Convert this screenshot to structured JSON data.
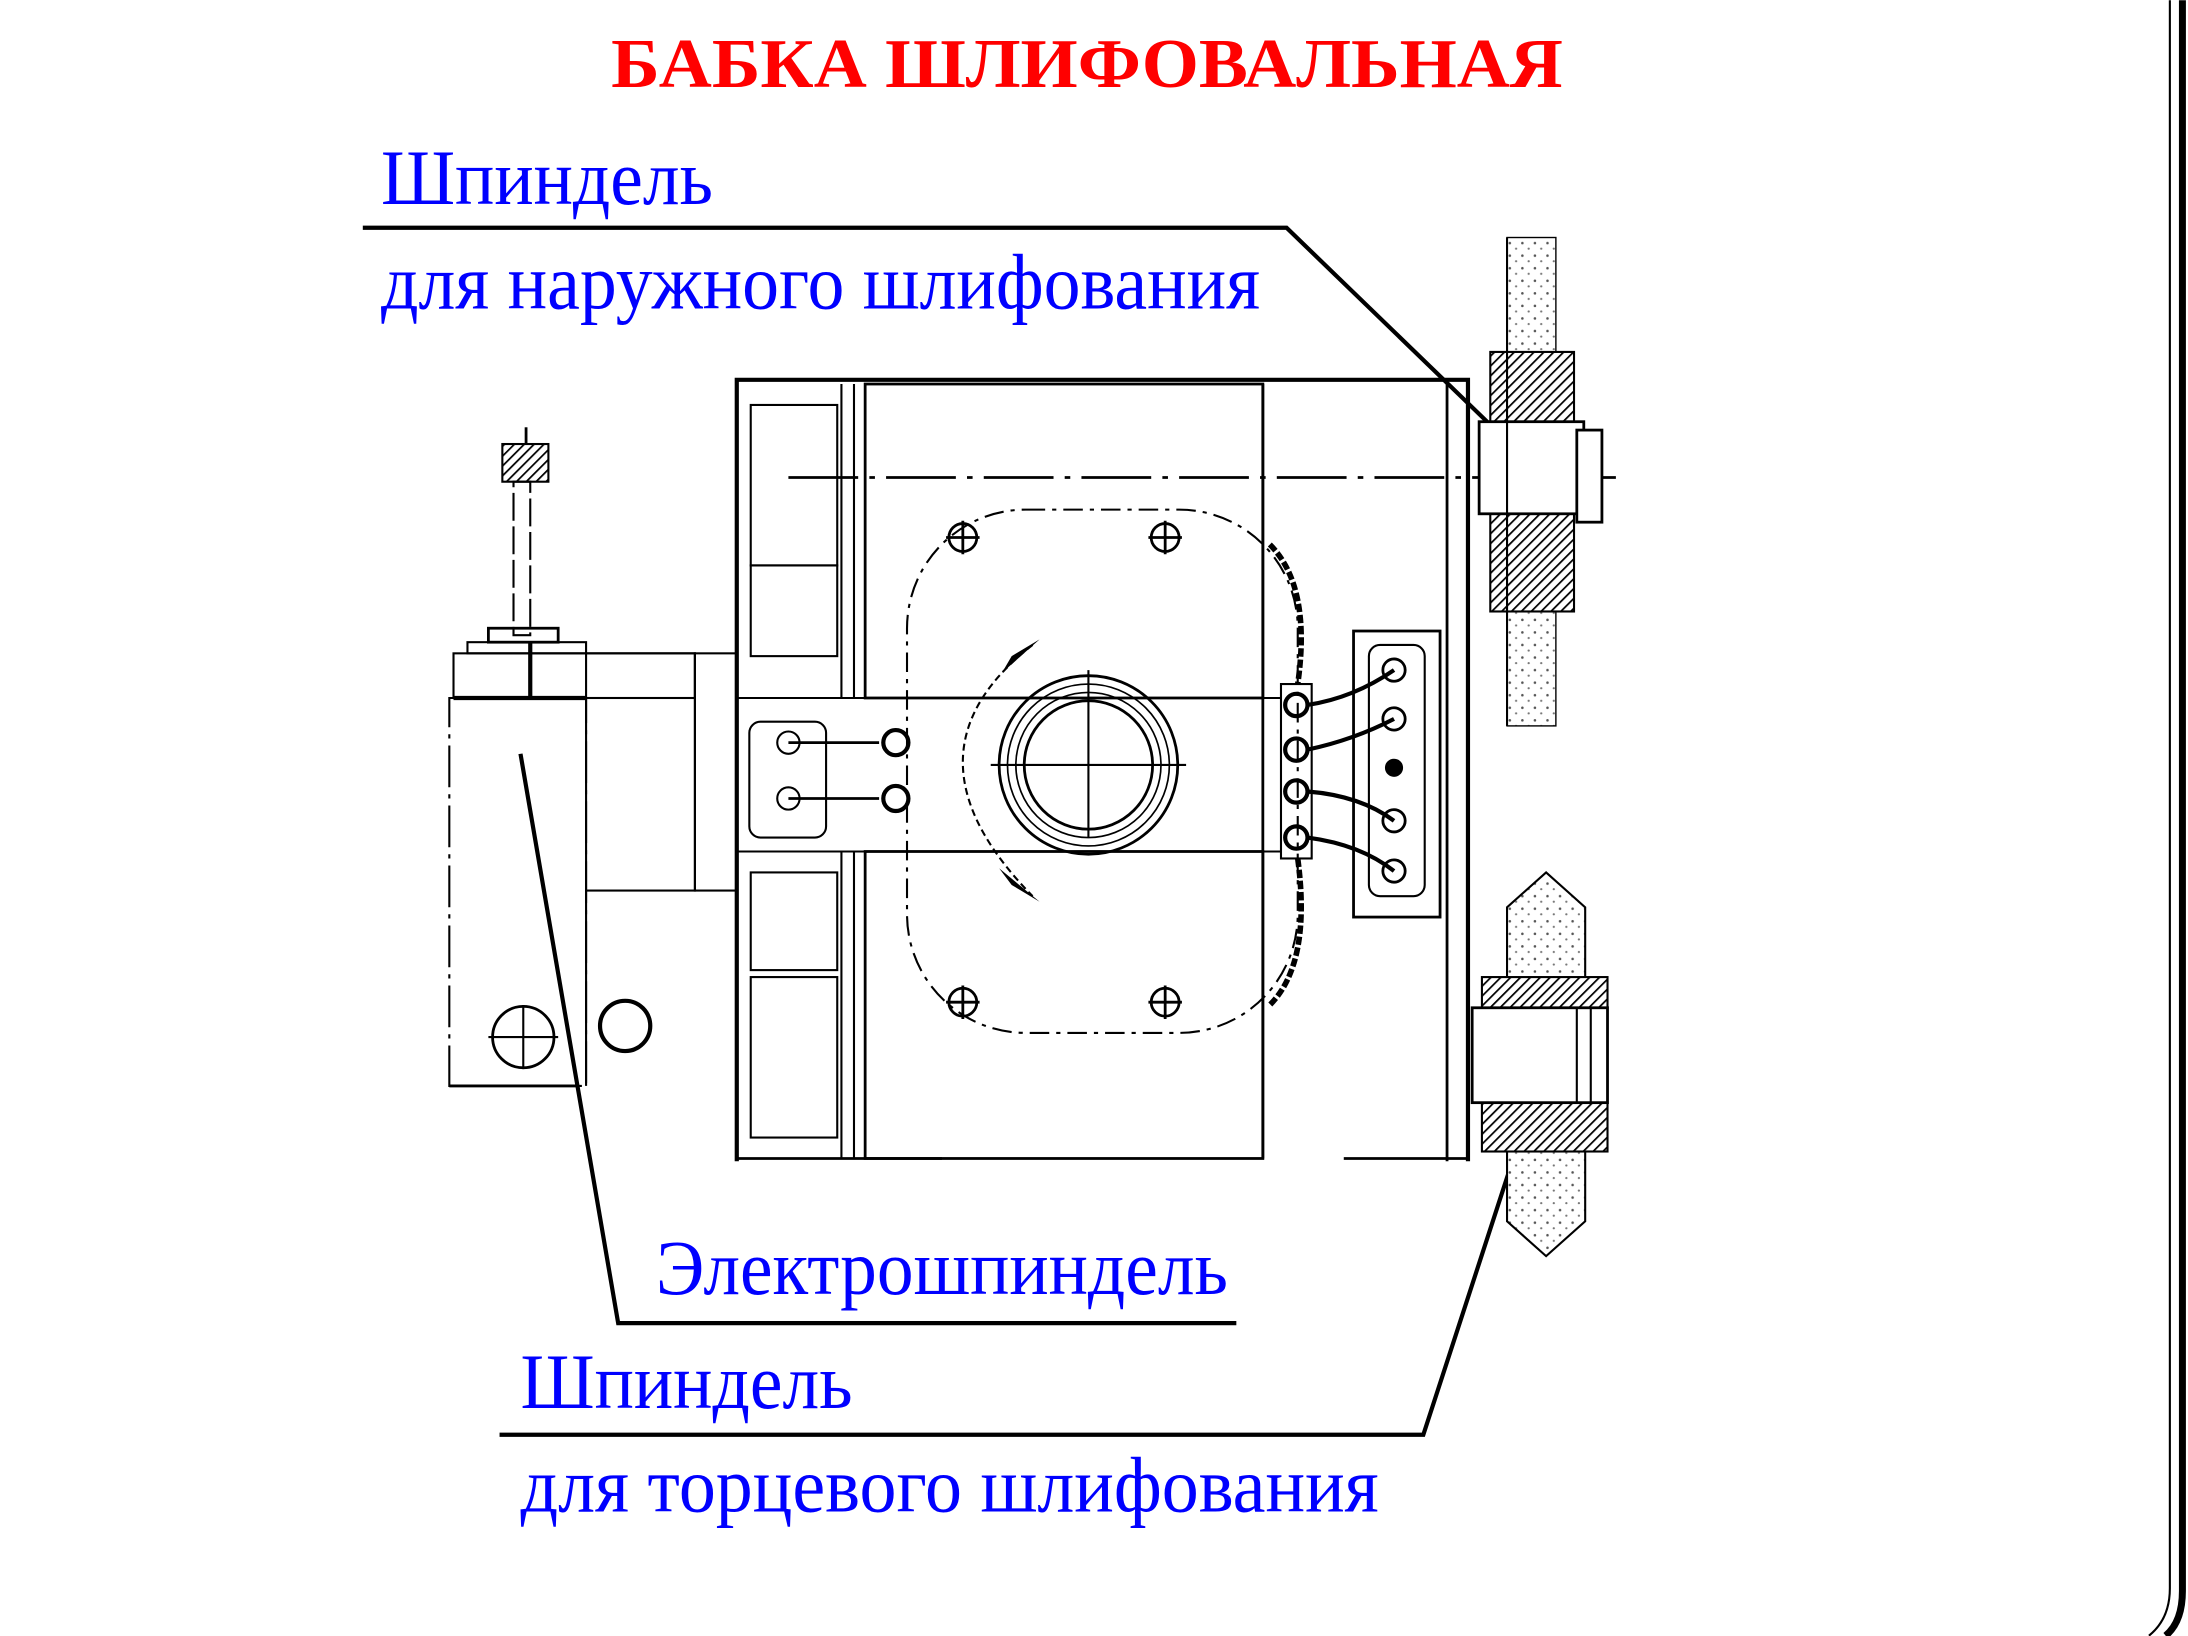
{
  "title": "БАБКА ШЛИФОВАЛЬНАЯ",
  "labels": {
    "outer_spindle_line1": "Шпиндель",
    "outer_spindle_line2": "для наружного шлифования",
    "electrospindle": "Электрошпиндель",
    "face_spindle_line1": "Шпиндель",
    "face_spindle_line2": "для торцевого шлифования"
  },
  "colors": {
    "title": "#ff0000",
    "labels": "#0000ff",
    "drawing": "#000000"
  }
}
